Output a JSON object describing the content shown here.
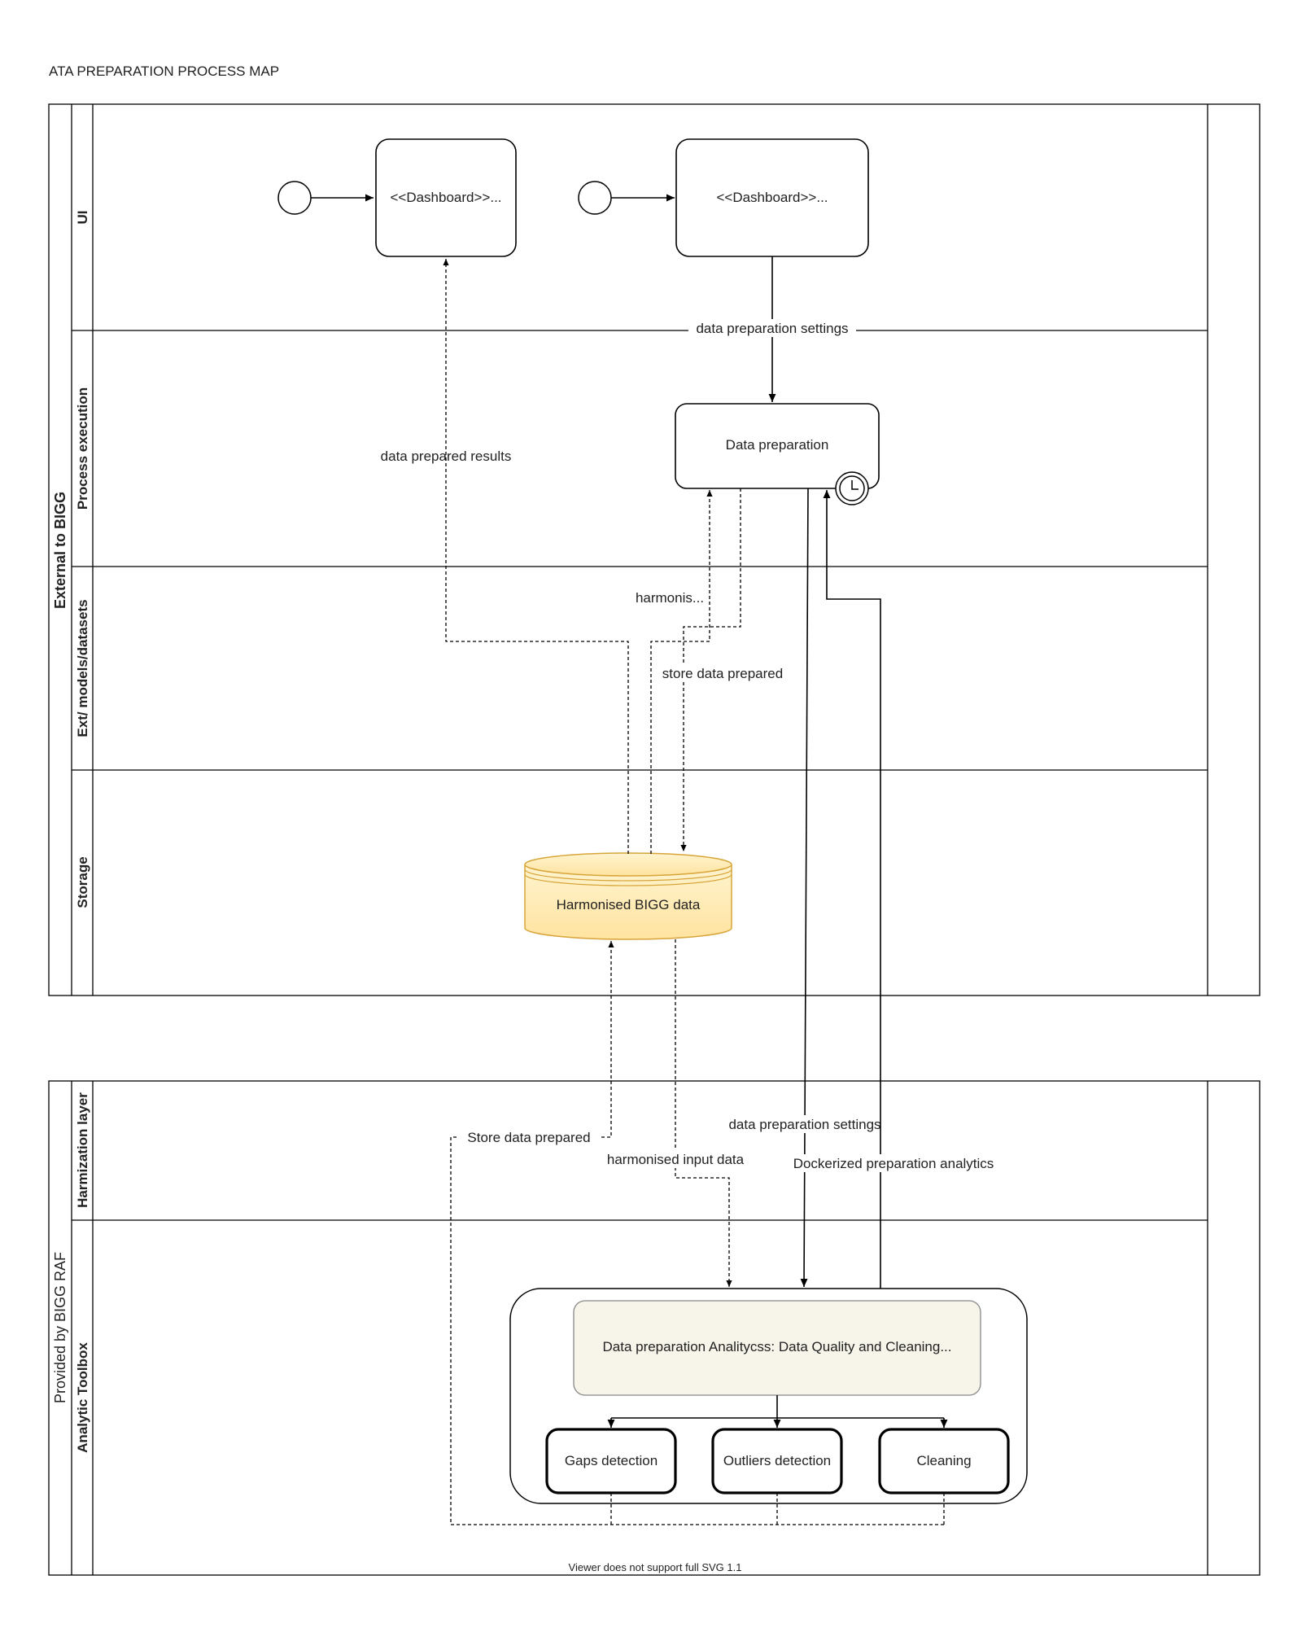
{
  "title": "ATA PREPARATION PROCESS MAP",
  "pools": {
    "external": "External to BIGG",
    "provided": "Provided by BIGG RAF"
  },
  "lanes": {
    "ui": "UI",
    "process": "Process execution",
    "ext": "Ext/ models/datasets",
    "storage": "Storage",
    "harmonization": "Harmization layer",
    "toolbox": "Analytic Toolbox"
  },
  "nodes": {
    "dashboard1": "<<Dashboard>>...",
    "dashboard2": "<<Dashboard>>...",
    "data_preparation": "Data preparation",
    "harmonised_data": "Harmonised BIGG data",
    "analytics": "Data preparation Analitycss: Data Quality and Cleaning...",
    "gaps": "Gaps detection",
    "outliers": "Outliers detection",
    "cleaning": "Cleaning"
  },
  "edges": {
    "settings_top": "data preparation settings",
    "prepared_results": "data prepared results",
    "harmonis": "harmonis...",
    "store_prepared": "store data prepared",
    "store_prepared_bottom": "Store data prepared",
    "settings_bottom": "data preparation settings",
    "harmonised_input": "harmonised input data",
    "dockerized": "Dockerized preparation analytics"
  },
  "footer": "Viewer does not support full SVG 1.1"
}
